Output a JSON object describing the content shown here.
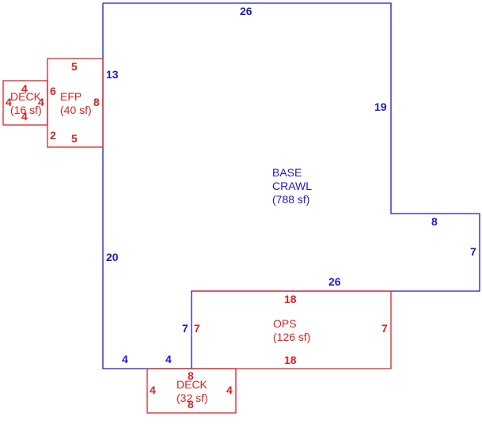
{
  "colors": {
    "base": "#1a1acc",
    "addition": "#dd2222"
  },
  "areas": {
    "base": {
      "name": "BASE",
      "sub": "CRAWL",
      "area": "(788 sf)"
    },
    "efp": {
      "name": "EFP",
      "area": "(40 sf)"
    },
    "deck_w": {
      "name": "DECK",
      "area": "(16 sf)"
    },
    "ops": {
      "name": "OPS",
      "area": "(126 sf)"
    },
    "deck_s": {
      "name": "DECK",
      "area": "(32 sf)"
    }
  },
  "dims": {
    "base_top": "26",
    "base_right_upper": "19",
    "base_step_top": "8",
    "base_right_lower": "7",
    "base_bottom_mid": "26",
    "base_left_upper": "13",
    "base_left_lower": "20",
    "base_bottom_left_a": "4",
    "base_bottom_left_b": "4",
    "base_inner_left": "7",
    "efp_top": "5",
    "efp_bottom": "5",
    "efp_left_upper": "6",
    "efp_left_lower": "2",
    "efp_right": "8",
    "deckw_top": "4",
    "deckw_bottom": "4",
    "deckw_left": "4",
    "deckw_right": "4",
    "ops_top": "18",
    "ops_bottom": "18",
    "ops_left": "7",
    "ops_right": "7",
    "decks_top": "8",
    "decks_bottom": "8",
    "decks_left": "4",
    "decks_right": "4"
  }
}
